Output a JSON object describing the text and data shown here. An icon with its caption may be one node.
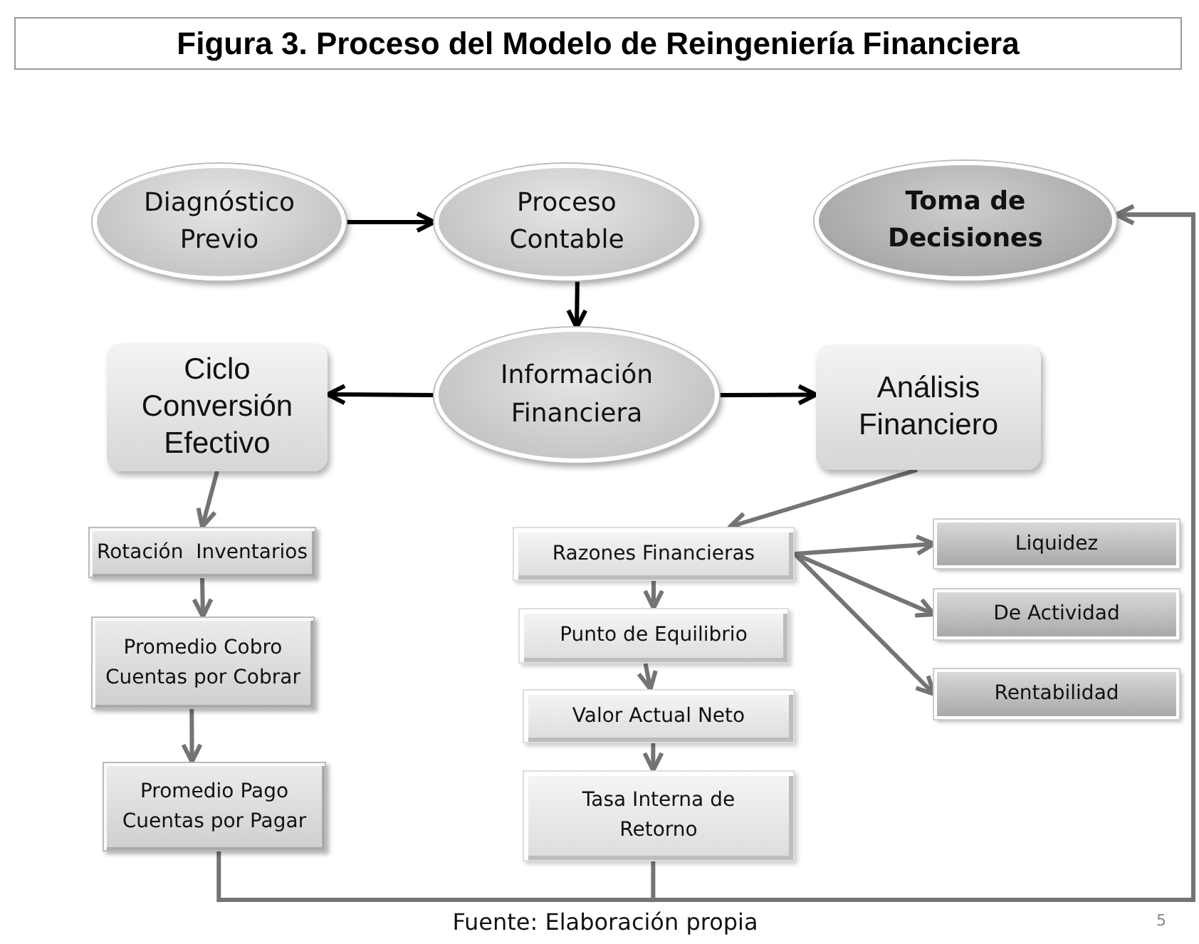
{
  "diagram": {
    "title": "Figura 3. Proceso del Modelo de Reingeniería Financiera",
    "caption": "Fuente: Elaboración propia",
    "nodes": [
      {
        "text": [
          "Diagnóstico Previo"
        ]
      },
      {
        "text": [
          "Proceso Contable"
        ]
      },
      {
        "text": [
          "Toma de Decisiones"
        ]
      },
      {
        "text": [
          "Ciclo Conversión Efectivo"
        ]
      },
      {
        "text": [
          "Información Financiera"
        ]
      },
      {
        "text": [
          "Análisis Financiero"
        ]
      },
      {
        "text": [
          "Rotación  Inventarios"
        ]
      },
      {
        "text": [
          "Promedio Cobro Cuentas por Cobrar"
        ]
      },
      {
        "text": [
          "Promedio Pago Cuentas por Pagar"
        ]
      },
      {
        "text": [
          "Razones Financieras"
        ]
      },
      {
        "text": [
          "Punto de Equilibrio"
        ]
      },
      {
        "text": [
          "Valor Actual Neto"
        ]
      },
      {
        "text": [
          "Tasa Interna de Retorno"
        ]
      },
      {
        "text": [
          "Liquidez"
        ]
      },
      {
        "text": [
          "De Actividad"
        ]
      },
      {
        "text": [
          "Rentabilidad"
        ]
      }
    ],
    "edges": [
      {
        "from": 0,
        "to": 1,
        "arrow": "to",
        "color": "#000000"
      },
      {
        "from": 1,
        "to": 4,
        "arrow": "to",
        "color": "#000000"
      },
      {
        "from": 4,
        "to": 3,
        "arrow": "to",
        "color": "#000000"
      },
      {
        "from": 4,
        "to": 5,
        "arrow": "to",
        "color": "#000000"
      },
      {
        "from": 5,
        "to": 9,
        "arrow": "to"
      },
      {
        "from": 3,
        "to": 6,
        "arrow": "to"
      },
      {
        "from": 6,
        "to": 7,
        "arrow": "to"
      },
      {
        "from": 7,
        "to": 8,
        "arrow": "to"
      },
      {
        "from": 9,
        "to": 10,
        "arrow": "to"
      },
      {
        "from": 10,
        "to": 11,
        "arrow": "to"
      },
      {
        "from": 11,
        "to": 12,
        "arrow": "to"
      },
      {
        "from": 9,
        "to": 13,
        "arrow": "to"
      },
      {
        "from": 9,
        "to": 14,
        "arrow": "to"
      },
      {
        "from": 9,
        "to": 15,
        "arrow": "to"
      },
      {
        "from": 8,
        "to": 2,
        "arrow": "to"
      },
      {
        "from": 12,
        "to": 2,
        "arrow": "to"
      }
    ],
    "labels": [
      "5"
    ]
  }
}
